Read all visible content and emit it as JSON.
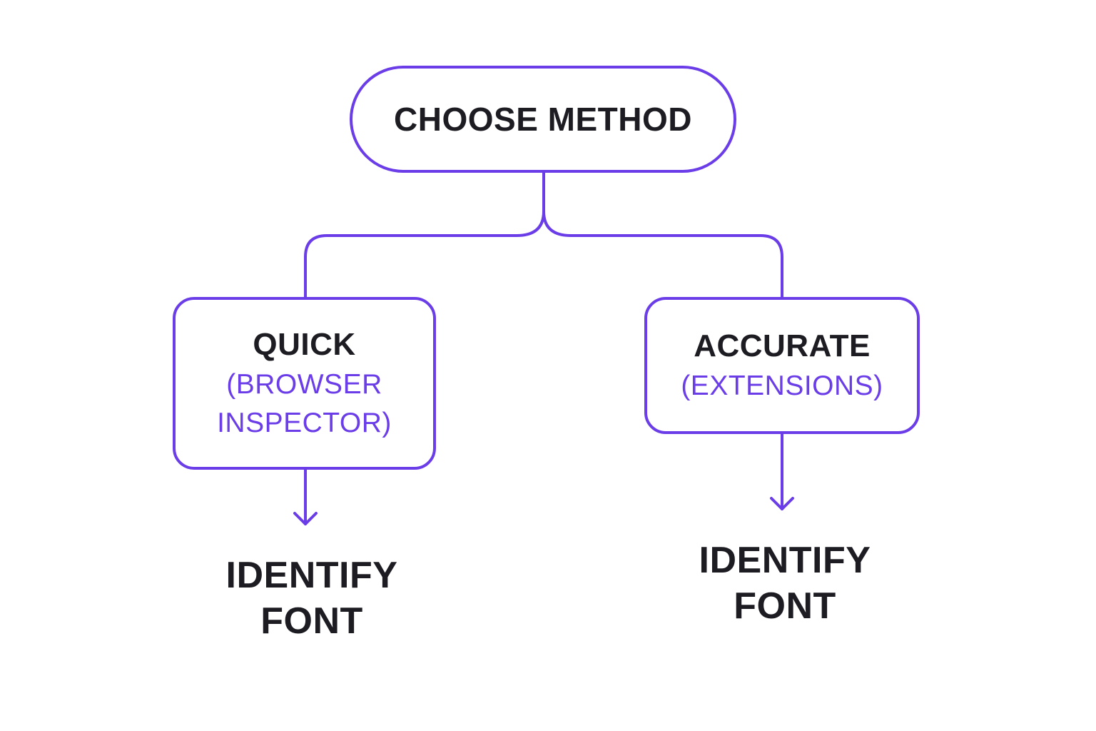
{
  "diagram": {
    "accent_color": "#6a3de8",
    "text_color": "#1c1c22",
    "background_color": "#ffffff",
    "root": {
      "label": "CHOOSE METHOD"
    },
    "branches": [
      {
        "title": "QUICK",
        "subtitle": "(BROWSER\nINSPECTOR)",
        "result": "IDENTIFY\nFONT"
      },
      {
        "title": "ACCURATE",
        "subtitle": "(EXTENSIONS)",
        "result": "IDENTIFY\nFONT"
      }
    ]
  }
}
